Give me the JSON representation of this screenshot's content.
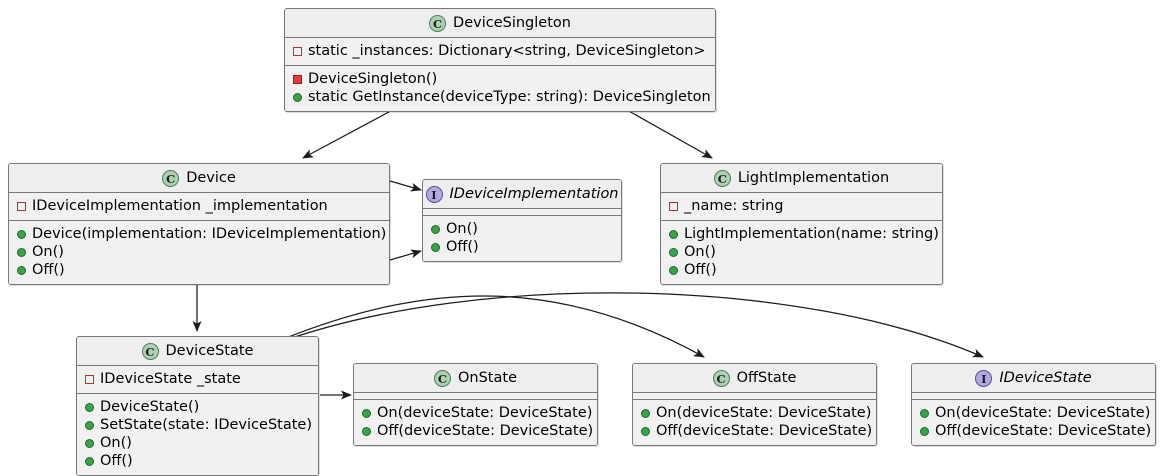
{
  "diagram": {
    "type": "uml-class-diagram",
    "background": "#ffffff",
    "colors": {
      "class_icon_fill": "#add1b2",
      "class_icon_border": "#4f7d5d",
      "interface_icon_fill": "#b4a7e5",
      "interface_icon_border": "#5c4f94",
      "box_fill": "#f1f1f1",
      "header_fill": "#eeeeee",
      "box_border": "#787878",
      "private_marker": "#c82930",
      "public_marker": "#38a348"
    },
    "classes": [
      {
        "id": "device-singleton",
        "name": "DeviceSingleton",
        "stereotype": "C",
        "kind": "class",
        "attributes": [
          {
            "visibility": "private-field",
            "text": "static _instances: Dictionary<string, DeviceSingleton>"
          }
        ],
        "operations": [
          {
            "visibility": "private-method",
            "text": "DeviceSingleton()"
          },
          {
            "visibility": "public-method",
            "text": "static GetInstance(deviceType: string): DeviceSingleton"
          }
        ]
      },
      {
        "id": "device",
        "name": "Device",
        "stereotype": "C",
        "kind": "class",
        "attributes": [
          {
            "visibility": "private-field",
            "text": "IDeviceImplementation _implementation"
          }
        ],
        "operations": [
          {
            "visibility": "public-method",
            "text": "Device(implementation: IDeviceImplementation)"
          },
          {
            "visibility": "public-method",
            "text": "On()"
          },
          {
            "visibility": "public-method",
            "text": "Off()"
          }
        ]
      },
      {
        "id": "idevice-implementation",
        "name": "IDeviceImplementation",
        "stereotype": "I",
        "kind": "interface",
        "attributes": [],
        "operations": [
          {
            "visibility": "public-method",
            "text": "On()"
          },
          {
            "visibility": "public-method",
            "text": "Off()"
          }
        ]
      },
      {
        "id": "light-implementation",
        "name": "LightImplementation",
        "stereotype": "C",
        "kind": "class",
        "attributes": [
          {
            "visibility": "private-field",
            "text": "_name: string"
          }
        ],
        "operations": [
          {
            "visibility": "public-method",
            "text": "LightImplementation(name: string)"
          },
          {
            "visibility": "public-method",
            "text": "On()"
          },
          {
            "visibility": "public-method",
            "text": "Off()"
          }
        ]
      },
      {
        "id": "device-state",
        "name": "DeviceState",
        "stereotype": "C",
        "kind": "class",
        "attributes": [
          {
            "visibility": "private-field",
            "text": "IDeviceState _state"
          }
        ],
        "operations": [
          {
            "visibility": "public-method",
            "text": "DeviceState()"
          },
          {
            "visibility": "public-method",
            "text": "SetState(state: IDeviceState)"
          },
          {
            "visibility": "public-method",
            "text": "On()"
          },
          {
            "visibility": "public-method",
            "text": "Off()"
          }
        ]
      },
      {
        "id": "on-state",
        "name": "OnState",
        "stereotype": "C",
        "kind": "class",
        "attributes": [],
        "operations": [
          {
            "visibility": "public-method",
            "text": "On(deviceState: DeviceState)"
          },
          {
            "visibility": "public-method",
            "text": "Off(deviceState: DeviceState)"
          }
        ]
      },
      {
        "id": "off-state",
        "name": "OffState",
        "stereotype": "C",
        "kind": "class",
        "attributes": [],
        "operations": [
          {
            "visibility": "public-method",
            "text": "On(deviceState: DeviceState)"
          },
          {
            "visibility": "public-method",
            "text": "Off(deviceState: DeviceState)"
          }
        ]
      },
      {
        "id": "idevice-state",
        "name": "IDeviceState",
        "stereotype": "I",
        "kind": "interface",
        "attributes": [],
        "operations": [
          {
            "visibility": "public-method",
            "text": "On(deviceState: DeviceState)"
          },
          {
            "visibility": "public-method",
            "text": "Off(deviceState: DeviceState)"
          }
        ]
      }
    ],
    "relations": [
      {
        "from": "device-singleton",
        "to": "device",
        "style": "solid-arrow"
      },
      {
        "from": "device-singleton",
        "to": "light-implementation",
        "style": "solid-arrow"
      },
      {
        "from": "device",
        "to": "idevice-implementation",
        "style": "solid-arrow"
      },
      {
        "from": "device",
        "to": "idevice-implementation",
        "style": "solid-arrow"
      },
      {
        "from": "device",
        "to": "device-state",
        "style": "solid-arrow"
      },
      {
        "from": "device-state",
        "to": "on-state",
        "style": "solid-arrow"
      },
      {
        "from": "device-state",
        "to": "off-state",
        "style": "curved-arrow"
      },
      {
        "from": "device-state",
        "to": "idevice-state",
        "style": "curved-arrow"
      }
    ]
  }
}
